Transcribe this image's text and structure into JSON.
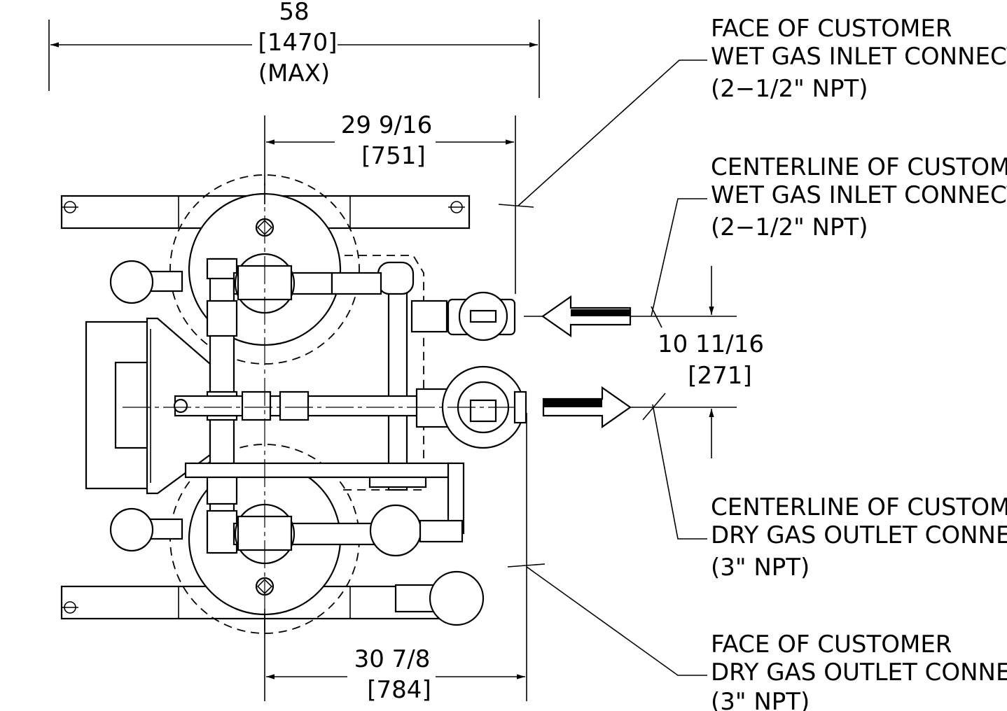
{
  "dimensions": {
    "overall_width": {
      "value": "58",
      "metric": "[1470]",
      "note": "(MAX)"
    },
    "inlet_face": {
      "value": "29 9/16",
      "metric": "[751]"
    },
    "outlet_face": {
      "value": "30 7/8",
      "metric": "[784]"
    },
    "centerline_offset": {
      "value": "10 11/16",
      "metric": "[271]"
    }
  },
  "callouts": {
    "wet_inlet_face": [
      "FACE OF CUSTOMER",
      "WET GAS INLET CONNECTION",
      "(2−1/2\" NPT)"
    ],
    "wet_inlet_centerline": [
      "CENTERLINE OF CUSTOMER",
      "WET GAS INLET CONNECTION",
      "(2−1/2\" NPT)"
    ],
    "dry_outlet_centerline": [
      "CENTERLINE OF CUSTOMER",
      "DRY GAS OUTLET CONNECTION",
      "(3\" NPT)"
    ],
    "dry_outlet_face": [
      "FACE OF CUSTOMER",
      "DRY GAS OUTLET CONNECTION",
      "(3\" NPT)"
    ]
  }
}
